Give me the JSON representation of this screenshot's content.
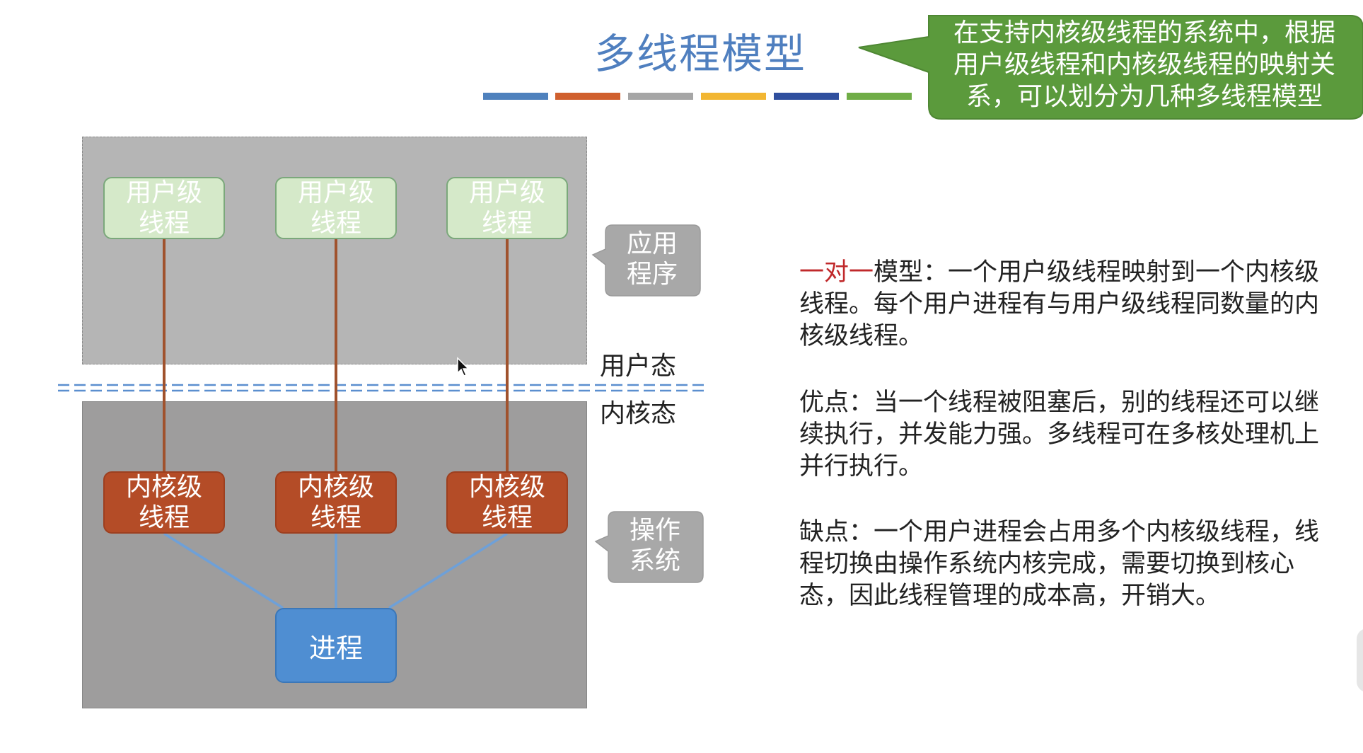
{
  "title": "多线程模型",
  "title_stripe_colors": [
    "#4f81bd",
    "#d0602e",
    "#a6a6a6",
    "#f2b632",
    "#2f4f9e",
    "#70ad47"
  ],
  "callout": {
    "line1": "在支持内核级线程的系统中，根据",
    "line2": "用户级线程和内核级线程的映射关",
    "line3": "系，可以划分为几种多线程模型",
    "color": "#5b9a3c"
  },
  "diagram": {
    "user_threads": [
      {
        "line1": "用户级",
        "line2": "线程"
      },
      {
        "line1": "用户级",
        "line2": "线程"
      },
      {
        "line1": "用户级",
        "line2": "线程"
      }
    ],
    "kernel_threads": [
      {
        "line1": "内核级",
        "line2": "线程"
      },
      {
        "line1": "内核级",
        "line2": "线程"
      },
      {
        "line1": "内核级",
        "line2": "线程"
      }
    ],
    "process": "进程",
    "app_tag": {
      "line1": "应用",
      "line2": "程序"
    },
    "os_tag": {
      "line1": "操作",
      "line2": "系统"
    },
    "user_mode": "用户态",
    "kernel_mode": "内核态",
    "colors": {
      "user_area": "#b5b5b5",
      "kernel_area": "#9e9d9d",
      "user_thread": "#d5e9c9",
      "kernel_thread": "#b44c27",
      "process": "#4f8ed2",
      "thread_link": "#a0522d",
      "process_link": "#6ea0d8",
      "divider": "#5b8fcf"
    }
  },
  "description": {
    "model_name": "一对一",
    "model_text": "模型：一个用户级线程映射到一个内核级线程。每个用户进程有与用户级线程同数量的内核级线程。",
    "pros": "优点：当一个线程被阻塞后，别的线程还可以继续执行，并发能力强。多线程可在多核处理机上并行执行。",
    "cons": "缺点：一个用户进程会占用多个内核级线程，线程切换由操作系统内核完成，需要切换到核心态，因此线程管理的成本高，开销大。"
  }
}
